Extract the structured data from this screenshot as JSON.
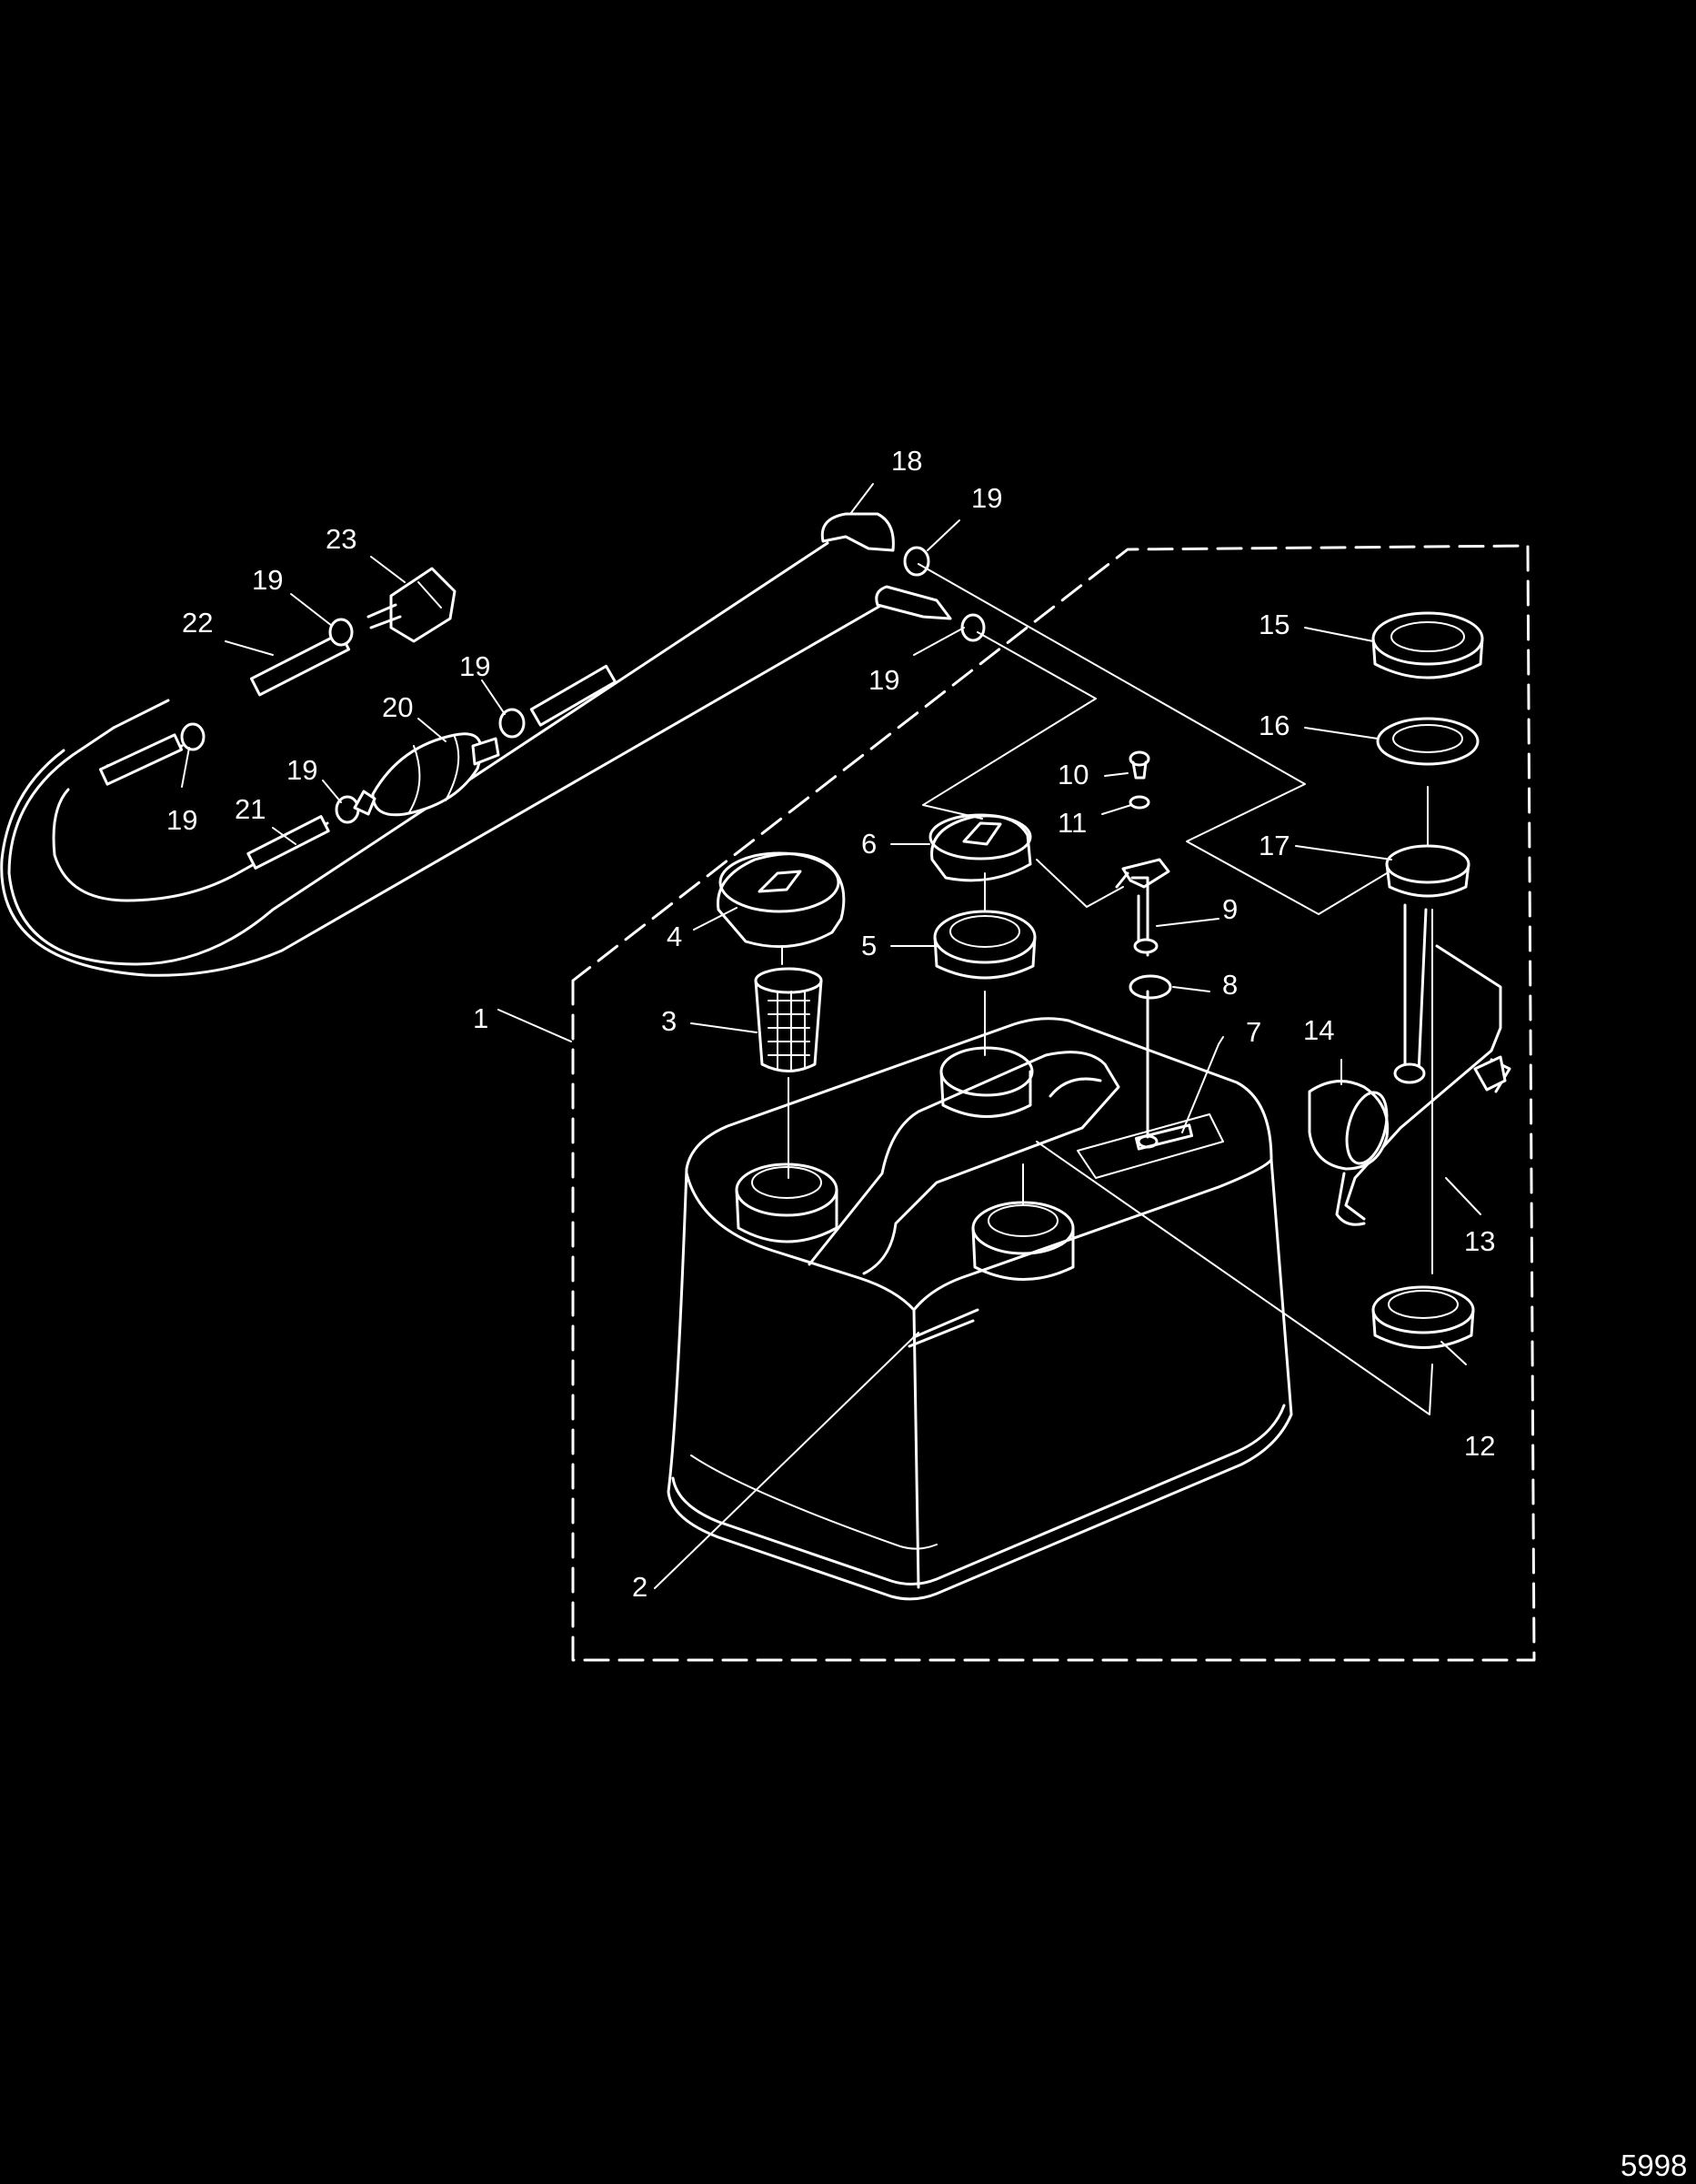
{
  "diagram": {
    "callouts": [
      {
        "id": "c1",
        "text": "1"
      },
      {
        "id": "c2",
        "text": "2"
      },
      {
        "id": "c3",
        "text": "3"
      },
      {
        "id": "c4",
        "text": "4"
      },
      {
        "id": "c5",
        "text": "5"
      },
      {
        "id": "c6",
        "text": "6"
      },
      {
        "id": "c7",
        "text": "7"
      },
      {
        "id": "c8",
        "text": "8"
      },
      {
        "id": "c9",
        "text": "9"
      },
      {
        "id": "c10",
        "text": "10"
      },
      {
        "id": "c11",
        "text": "11"
      },
      {
        "id": "c12",
        "text": "12"
      },
      {
        "id": "c13",
        "text": "13"
      },
      {
        "id": "c14",
        "text": "14"
      },
      {
        "id": "c15",
        "text": "15"
      },
      {
        "id": "c16",
        "text": "16"
      },
      {
        "id": "c17",
        "text": "17"
      },
      {
        "id": "c18",
        "text": "18"
      },
      {
        "id": "c19a",
        "text": "19"
      },
      {
        "id": "c19b",
        "text": "19"
      },
      {
        "id": "c19c",
        "text": "19"
      },
      {
        "id": "c19d",
        "text": "19"
      },
      {
        "id": "c19e",
        "text": "19"
      },
      {
        "id": "c19f",
        "text": "19"
      },
      {
        "id": "c20",
        "text": "20"
      },
      {
        "id": "c21",
        "text": "21"
      },
      {
        "id": "c22",
        "text": "22"
      },
      {
        "id": "c23",
        "text": "23"
      }
    ],
    "figure_number": "5998"
  }
}
